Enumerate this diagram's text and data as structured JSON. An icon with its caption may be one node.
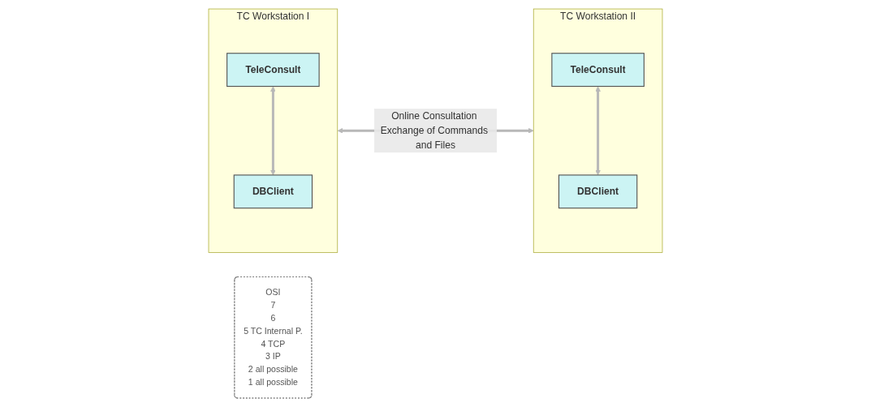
{
  "diagram": {
    "nodes": [
      {
        "text": [
          "TC Workstation I"
        ]
      },
      {
        "text": [
          "TeleConsult"
        ],
        "in": 0
      },
      {
        "text": [
          "DBClient"
        ],
        "in": 0
      },
      {
        "text": [
          "TC Workstation II"
        ]
      },
      {
        "text": [
          "TeleConsult"
        ],
        "in": 3
      },
      {
        "text": [
          "DBClient"
        ],
        "in": 3
      },
      {
        "text": [
          "OSI",
          "7",
          "6",
          "5 TC Internal P.",
          "4 TCP",
          "3 IP",
          "2 all possible",
          "1 all possible"
        ]
      }
    ],
    "edges": [
      {
        "from": 0,
        "to": 3,
        "arrow": "both",
        "label": "Online Consultation Exchange of Commands and Files"
      },
      {
        "from": 1,
        "to": 2,
        "arrow": "both"
      },
      {
        "from": 4,
        "to": 5,
        "arrow": "both"
      }
    ]
  }
}
